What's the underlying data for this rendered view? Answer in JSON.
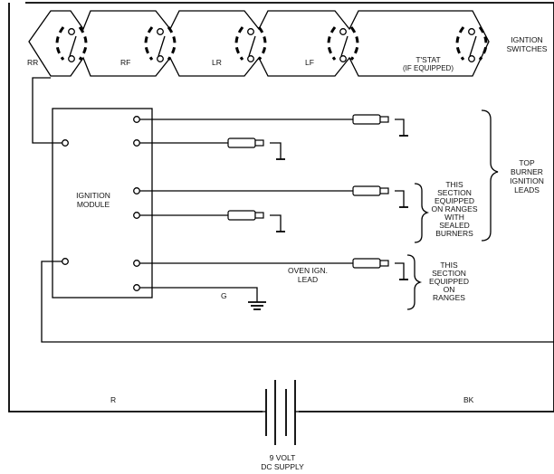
{
  "switches": {
    "labels": [
      "RR",
      "RF",
      "LR",
      "LF"
    ],
    "tstat_line1": "T'STAT",
    "tstat_line2": "(IF EQUIPPED)",
    "title_line1": "IGNTION",
    "title_line2": "SWITCHES"
  },
  "module": {
    "line1": "IGNITION",
    "line2": "MODULE"
  },
  "ground_label": "G",
  "oven_lead": {
    "line1": "OVEN IGN.",
    "line2": "LEAD"
  },
  "sealed_note": [
    "THIS",
    "SECTION",
    "EQUIPPED",
    "ON RANGES",
    "WITH",
    "SEALED",
    "BURNERS"
  ],
  "top_burner": [
    "TOP",
    "BURNER",
    "IGNITION",
    "LEADS"
  ],
  "ranges_note": [
    "THIS",
    "SECTION",
    "EQUIPPED",
    "ON",
    "RANGES"
  ],
  "wire_left": "R",
  "wire_right": "BK",
  "supply": {
    "line1": "9 VOLT",
    "line2": "DC SUPPLY"
  }
}
